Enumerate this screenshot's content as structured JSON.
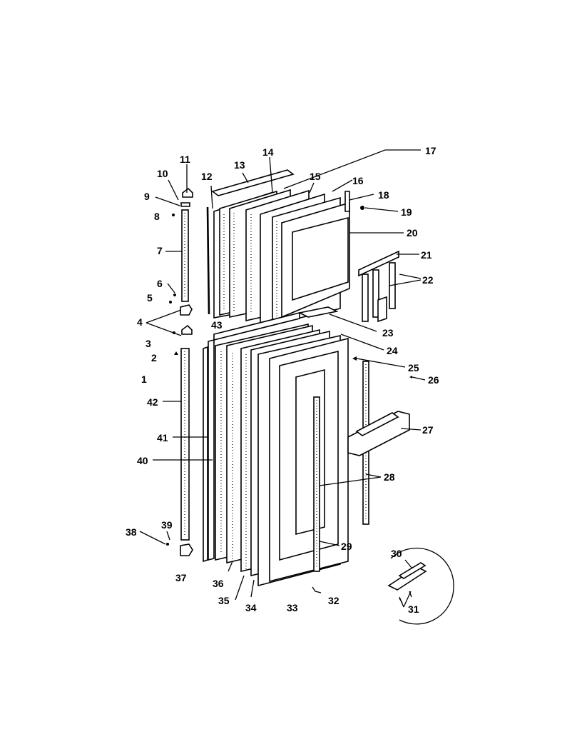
{
  "diagram": {
    "callouts": {
      "c1": "1",
      "c2": "2",
      "c3": "3",
      "c4": "4",
      "c5": "5",
      "c6": "6",
      "c7": "7",
      "c8": "8",
      "c9": "9",
      "c10": "10",
      "c11": "11",
      "c12": "12",
      "c13": "13",
      "c14": "14",
      "c15": "15",
      "c16": "16",
      "c17": "17",
      "c18": "18",
      "c19": "19",
      "c20": "20",
      "c21": "21",
      "c22": "22",
      "c23": "23",
      "c24": "24",
      "c25": "25",
      "c26": "26",
      "c27": "27",
      "c28": "28",
      "c29": "29",
      "c30": "30",
      "c31": "31",
      "c32": "32",
      "c33": "33",
      "c34": "34",
      "c35": "35",
      "c36": "36",
      "c37": "37",
      "c38": "38",
      "c39": "39",
      "c40": "40",
      "c41": "41",
      "c42": "42",
      "c43": "43"
    }
  }
}
